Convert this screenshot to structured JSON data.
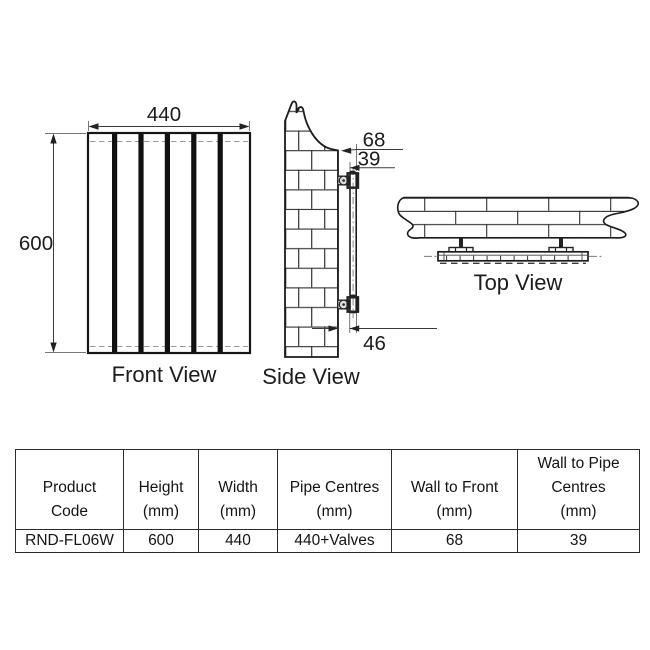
{
  "diagram": {
    "front_view": {
      "label": "Front View",
      "width_dim": "440",
      "height_dim": "600"
    },
    "side_view": {
      "label": "Side View",
      "wall_to_front_dim": "68",
      "wall_to_pipe_dim": "39",
      "bottom_dim": "46"
    },
    "top_view": {
      "label": "Top View"
    }
  },
  "table": {
    "headers": [
      {
        "line1": "Product",
        "line2": "Code"
      },
      {
        "line1": "Height",
        "line2": "(mm)"
      },
      {
        "line1": "Width",
        "line2": "(mm)"
      },
      {
        "line1": "Pipe Centres",
        "line2": "(mm)"
      },
      {
        "line1": "Wall to Front",
        "line2": "(mm)"
      },
      {
        "line1": "Wall to Pipe",
        "line2": "Centres",
        "line3": "(mm)"
      }
    ],
    "row": [
      "RND-FL06W",
      "600",
      "440",
      "440+Valves",
      "68",
      "39"
    ]
  },
  "colors": {
    "line": "#1c1c1c",
    "dim_line": "#4a4a4a",
    "background": "#ffffff"
  }
}
